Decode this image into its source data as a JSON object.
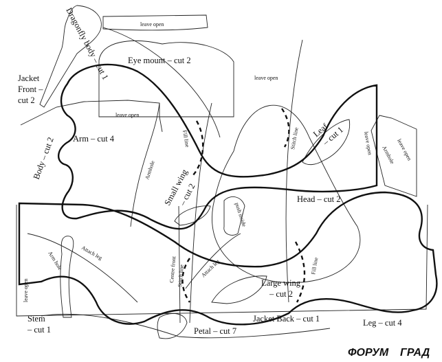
{
  "labels": {
    "dragonfly_body": "Dragonfly body – cut 1",
    "leave_open_top": "leave open",
    "eye_mount": "Eye mount – cut 2",
    "jacket_front": [
      "Jacket",
      "Front –",
      "cut 2"
    ],
    "leave_open_upper": "leave open",
    "leave_open_mid": "leave open",
    "arm": "Arm – cut 4",
    "body": "Body – cut 2",
    "armhole_left": "Armhole",
    "fill_line_upper": "Fill line",
    "stitch_line_upper": "Stitch line",
    "leaf": [
      "Leaf",
      "– cut 1"
    ],
    "leave_open_right": "leave open",
    "armhole_right": "Armhole",
    "leave_open_far_right": "leave open",
    "small_wing": [
      "Small wing",
      "– cut 2"
    ],
    "push_inside": "push inside",
    "head": "Head – cut 2",
    "arm_hole": "Arm hole",
    "attach_leg_left": "Attach leg",
    "centre_front": "Centre front",
    "stitch_line_lower": "Stitch line",
    "attach_leg_mid": "Attach leg",
    "fill_line_lower": "Fill line",
    "large_wing": [
      "Large wing",
      "– cut 2"
    ],
    "leave_open_left": "leave open",
    "stem": [
      "Stem",
      "– cut 1"
    ],
    "jacket_back": "Jacket Back – cut 1",
    "leg": "Leg – cut 4",
    "petal": "Petal – cut 7"
  },
  "watermark": {
    "text_a": "ФОРУМ",
    "text_b": "ГРАД",
    "color_a": "#d8262c",
    "color_b": "#2b6cc4"
  }
}
